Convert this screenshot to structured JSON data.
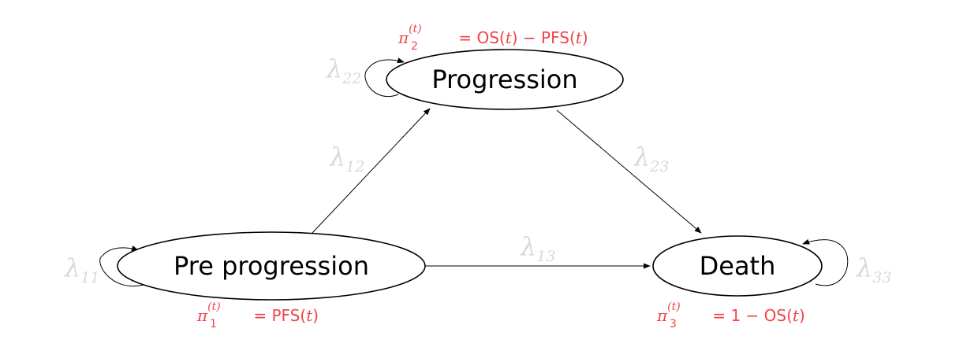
{
  "states": {
    "pre": {
      "label": "Pre progression"
    },
    "prog": {
      "label": "Progression"
    },
    "death": {
      "label": "Death"
    }
  },
  "transitions": {
    "l11": {
      "symbol": "λ",
      "sub": "11"
    },
    "l22": {
      "symbol": "λ",
      "sub": "22"
    },
    "l33": {
      "symbol": "λ",
      "sub": "33"
    },
    "l12": {
      "symbol": "λ",
      "sub": "12"
    },
    "l13": {
      "symbol": "λ",
      "sub": "13"
    },
    "l23": {
      "symbol": "λ",
      "sub": "23"
    }
  },
  "state_probabilities": {
    "pi1": {
      "symbol": "π",
      "sub": "1",
      "sup": "(t)",
      "equals": " = PFS(",
      "t": "t",
      "close": ")"
    },
    "pi2": {
      "symbol": "π",
      "sub": "2",
      "sup": "(t)",
      "equals": " = OS(",
      "t": "t",
      "mid": ") − PFS(",
      "t2": "t",
      "close": ")"
    },
    "pi3": {
      "symbol": "π",
      "sub": "3",
      "sup": "(t)",
      "equals": " = 1 − OS(",
      "t": "t",
      "close": ")"
    }
  },
  "colors": {
    "node_stroke": "#000000",
    "rate_label": "#d9d9d9",
    "probability_label": "#f0444b"
  }
}
